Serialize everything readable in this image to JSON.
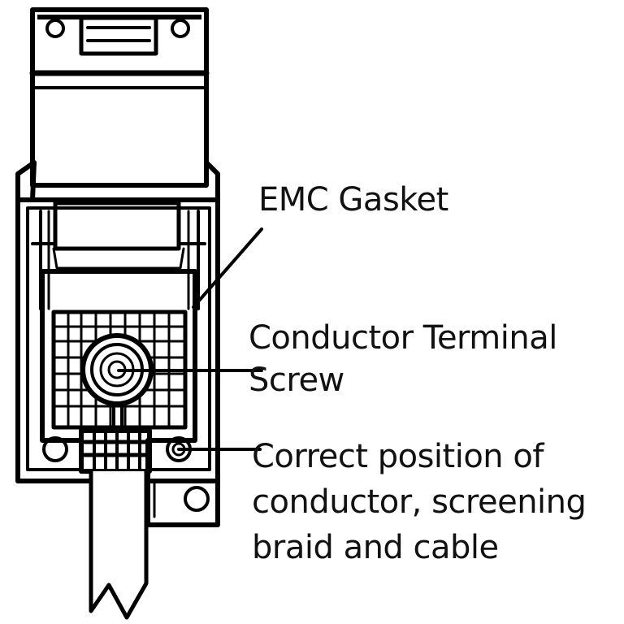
{
  "labels": {
    "gasket": "EMC Gasket",
    "screw": [
      "Conductor Terminal",
      "Screw"
    ],
    "position": [
      "Correct position of",
      "conductor, screening",
      "braid and cable"
    ]
  }
}
